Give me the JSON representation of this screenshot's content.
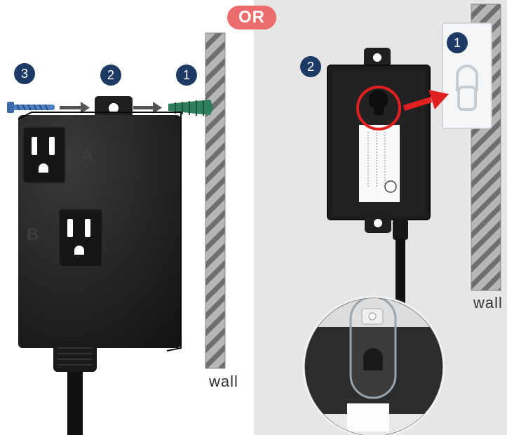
{
  "or_label": "OR",
  "left": {
    "steps": [
      "3",
      "2",
      "1"
    ],
    "outlet_labels": {
      "a": "A",
      "b": "B"
    },
    "wall_label": "wall"
  },
  "right": {
    "steps": [
      "2",
      "1"
    ],
    "wall_label": "wall"
  },
  "colors": {
    "step_badge": "#1d3a64",
    "or_badge": "#ec6b6b",
    "highlight": "#e02020",
    "anchor": "#2e7d5b",
    "screw": "#4a7fc1"
  }
}
